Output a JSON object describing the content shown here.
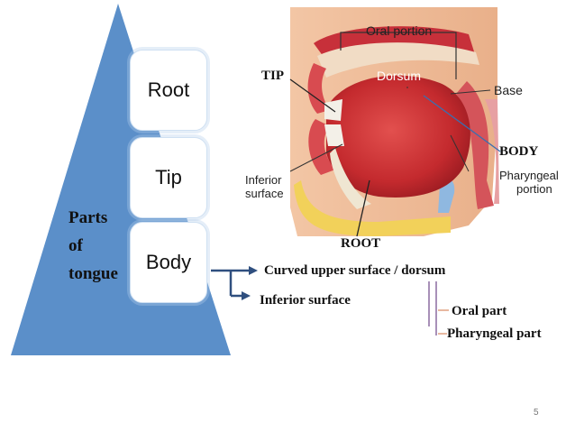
{
  "pyramid": {
    "title_lines": [
      "Parts",
      "of",
      "tongue"
    ],
    "boxes": [
      "Root",
      "Tip",
      "Body"
    ]
  },
  "callouts": {
    "tip": "TIP",
    "body": "BODY",
    "root": "ROOT",
    "body_upper": "Curved upper surface / dorsum",
    "body_inferior": "Inferior surface",
    "oral_part": "Oral part",
    "pharyngeal_part": "Pharyngeal part"
  },
  "illustration_labels": {
    "oral_portion": "Oral portion",
    "dorsum": "Dorsum",
    "base": "Base",
    "pharyngeal_portion_1": "Pharyngeal",
    "pharyngeal_portion_2": "portion",
    "inferior_surface_1": "Inferior",
    "inferior_surface_2": "surface"
  },
  "page_number": "5",
  "colors": {
    "triangle": "#5b8fc9",
    "arrow": "#2f4f7f",
    "bracket": "#8a6aa0",
    "bracket_tick": "#e0a080"
  }
}
